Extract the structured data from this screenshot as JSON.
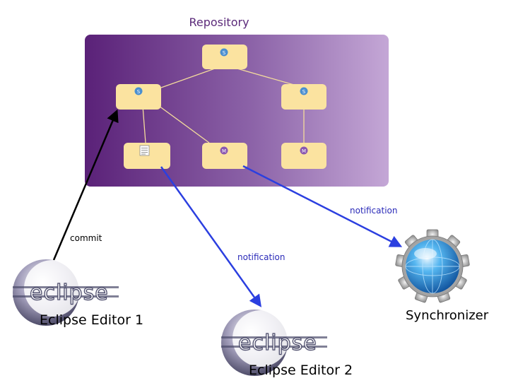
{
  "repository": {
    "title": "Repository",
    "nodes": [
      {
        "id": "root",
        "icon": "s-badge-icon"
      },
      {
        "id": "left",
        "icon": "s-badge-icon"
      },
      {
        "id": "right",
        "icon": "s-badge-icon"
      },
      {
        "id": "doc",
        "icon": "document-icon"
      },
      {
        "id": "m-mid",
        "icon": "m-badge-icon"
      },
      {
        "id": "m-right",
        "icon": "m-badge-icon"
      }
    ],
    "badges": {
      "s": "S",
      "m": "M"
    }
  },
  "edges": {
    "commit": "commit",
    "notification_sync": "notification",
    "notification_editor2": "notification"
  },
  "actors": {
    "editor1": {
      "logo_text": "eclipse",
      "caption": "Eclipse Editor 1"
    },
    "editor2": {
      "logo_text": "eclipse",
      "caption": "Eclipse Editor 2"
    },
    "synchronizer": {
      "caption": "Synchronizer"
    }
  },
  "colors": {
    "repo_gradient_start": "#5a2178",
    "repo_gradient_end": "#c4a7d6",
    "node_fill": "#fbe3a0",
    "commit_arrow": "#000000",
    "notification_arrow": "#2b3fe0",
    "badge_s": "#4a8fd0",
    "badge_m": "#8a57b0"
  }
}
